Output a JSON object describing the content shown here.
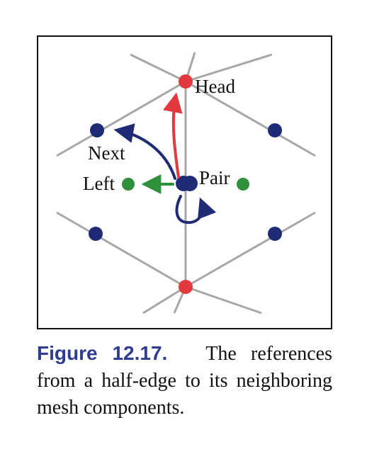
{
  "diagram": {
    "labels": {
      "head": "Head",
      "next": "Next",
      "left": "Left",
      "pair": "Pair"
    },
    "colors": {
      "edge": "#a7a7a7",
      "vertex": "#e03a3f",
      "half_edge": "#1f2b75",
      "face": "#2f8f3a",
      "arrow_head": "#e03a3f",
      "arrow_next": "#1f2b75",
      "arrow_pair": "#1f2b75",
      "arrow_left": "#2f8f3a"
    }
  },
  "caption": {
    "label": "Figure 12.17.",
    "text": "The references from a half-edge to its neighboring mesh components."
  }
}
